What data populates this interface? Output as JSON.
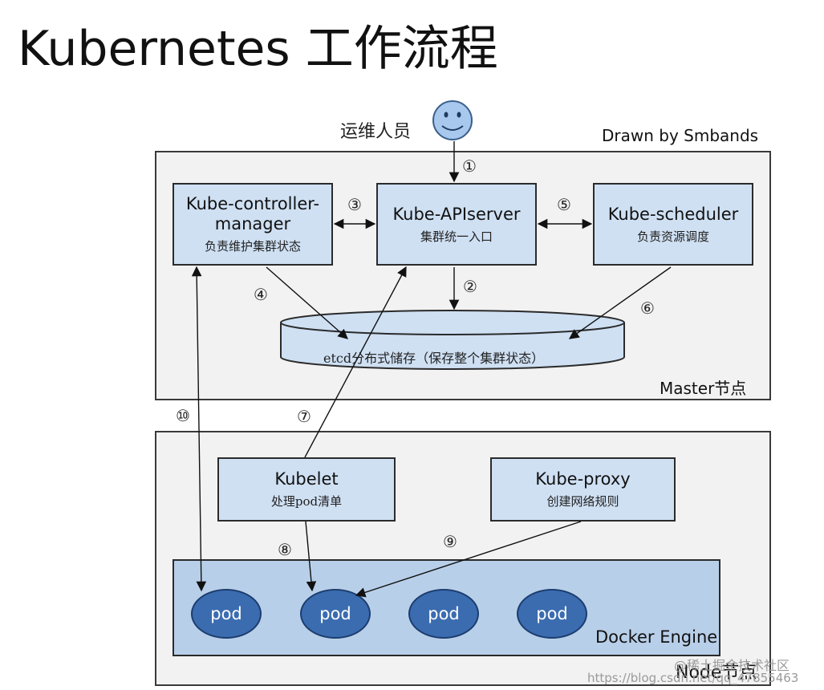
{
  "title": "Kubernetes 工作流程",
  "author": "Drawn by Smbands",
  "operator_label": "运维人员",
  "master": {
    "label": "Master节点",
    "controller_manager": {
      "name_line1": "Kube-controller-",
      "name_line2": "manager",
      "desc": "负责维护集群状态"
    },
    "apiserver": {
      "name": "Kube-APIserver",
      "desc": "集群统一入口"
    },
    "scheduler": {
      "name": "Kube-scheduler",
      "desc": "负责资源调度"
    },
    "etcd": {
      "label": "etcd分布式储存（保存整个集群状态）"
    }
  },
  "node": {
    "label": "Node节点",
    "kubelet": {
      "name": "Kubelet",
      "desc": "处理pod清单"
    },
    "kube_proxy": {
      "name": "Kube-proxy",
      "desc": "创建网络规则"
    },
    "docker_engine": "Docker Engine",
    "pods": [
      "pod",
      "pod",
      "pod",
      "pod"
    ]
  },
  "steps": [
    "①",
    "②",
    "③",
    "④",
    "⑤",
    "⑥",
    "⑦",
    "⑧",
    "⑨",
    "⑩"
  ],
  "watermark": {
    "line1": "@稀土掘金技术社区",
    "line2": "https://blog.csdn.net/qq_47855463"
  },
  "colors": {
    "box_fill": "#cfe0f3",
    "region_fill": "#f2f2f2",
    "pod_fill": "#3b6cb0",
    "docker_fill": "#b8cfe9",
    "smiley_fill": "#a8c8ee"
  }
}
